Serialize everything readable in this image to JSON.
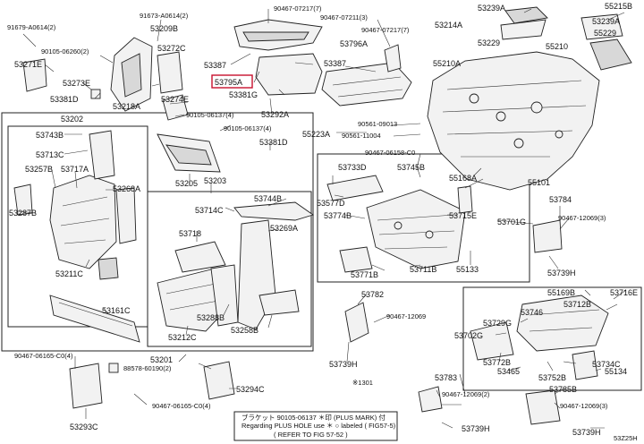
{
  "labels": {
    "l1": "91679-A0614(2)",
    "l2": "91673-A0614(2)",
    "l3": "90467-07217(7)",
    "l4": "90467-07211(3)",
    "l5": "90467-07217(7)",
    "l6": "53239A",
    "l7": "53214A",
    "l8": "55215B",
    "l9": "53239A",
    "l10": "53229",
    "l11": "55229",
    "l12": "55210",
    "l13": "55210A",
    "l14": "53209B",
    "l15": "90105-06260(2)",
    "l16": "53271E",
    "l17": "53273E",
    "l18": "53381D",
    "l19": "53218A",
    "l20": "53272C",
    "l21": "53274E",
    "l22": "53387",
    "l23": "53796A",
    "l24": "53387",
    "l25": "53795A",
    "l26": "53381G",
    "l27": "53292A",
    "l28": "90105-06137(4)",
    "l29": "53202",
    "l30": "90105-06137(4)",
    "l31": "90561-09013",
    "l32": "55223A",
    "l33": "90561-11004",
    "l34": "53381D",
    "l35": "53743B",
    "l36": "53713C",
    "l37": "53257B",
    "l38": "53717A",
    "l39": "53268A",
    "l40": "53287B",
    "l41": "53205",
    "l42": "53203",
    "l43": "90467-06158-C0",
    "l44": "55101",
    "l45": "53733D",
    "l46": "53745B",
    "l47": "55168A",
    "l48": "53577D",
    "l49": "53774B",
    "l50": "53715E",
    "l51": "53701G",
    "l52": "53784",
    "l53": "90467-12069(3)",
    "l54": "53744B",
    "l55": "53714C",
    "l56": "53269A",
    "l57": "53718",
    "l58": "53211C",
    "l59": "53711B",
    "l60": "55133",
    "l61": "53771B",
    "l62": "53739H",
    "l63": "53288B",
    "l64": "53161C",
    "l65": "53212C",
    "l66": "53258B",
    "l67": "53782",
    "l68": "90467-12069",
    "l69": "53702G",
    "l70": "55169B",
    "l71": "53716E",
    "l72": "53746",
    "l73": "53712B",
    "l74": "53729G",
    "l75": "53201",
    "l76": "90467-06165-C0(4)",
    "l77": "88578-60190(2)",
    "l78": "53739H",
    "l79": "53772B",
    "l80": "53734C",
    "l81": "53465",
    "l82": "53752B",
    "l83": "55134",
    "l84": "53294C",
    "l85": "53783",
    "l86": "90467-12069(2)",
    "l87": "53785B",
    "l88": "90467-12069(3)",
    "l89": "53293C",
    "l90": "90467-06165-C0(4)",
    "l91": "53739H",
    "l92": "53739H",
    "l93": "※1301"
  },
  "note": {
    "jp": "ブラケット 90105-06137 ＊印 (PLUS MARK) 付",
    "en": "Regarding PLUS HOLE use ＊ ○ labeled ( FIG57-5)",
    "refer": "( REFER TO FIG 57-52 )"
  },
  "highlight": {
    "label": "53795A",
    "color": "#c8102e"
  },
  "code": "53Z25H"
}
